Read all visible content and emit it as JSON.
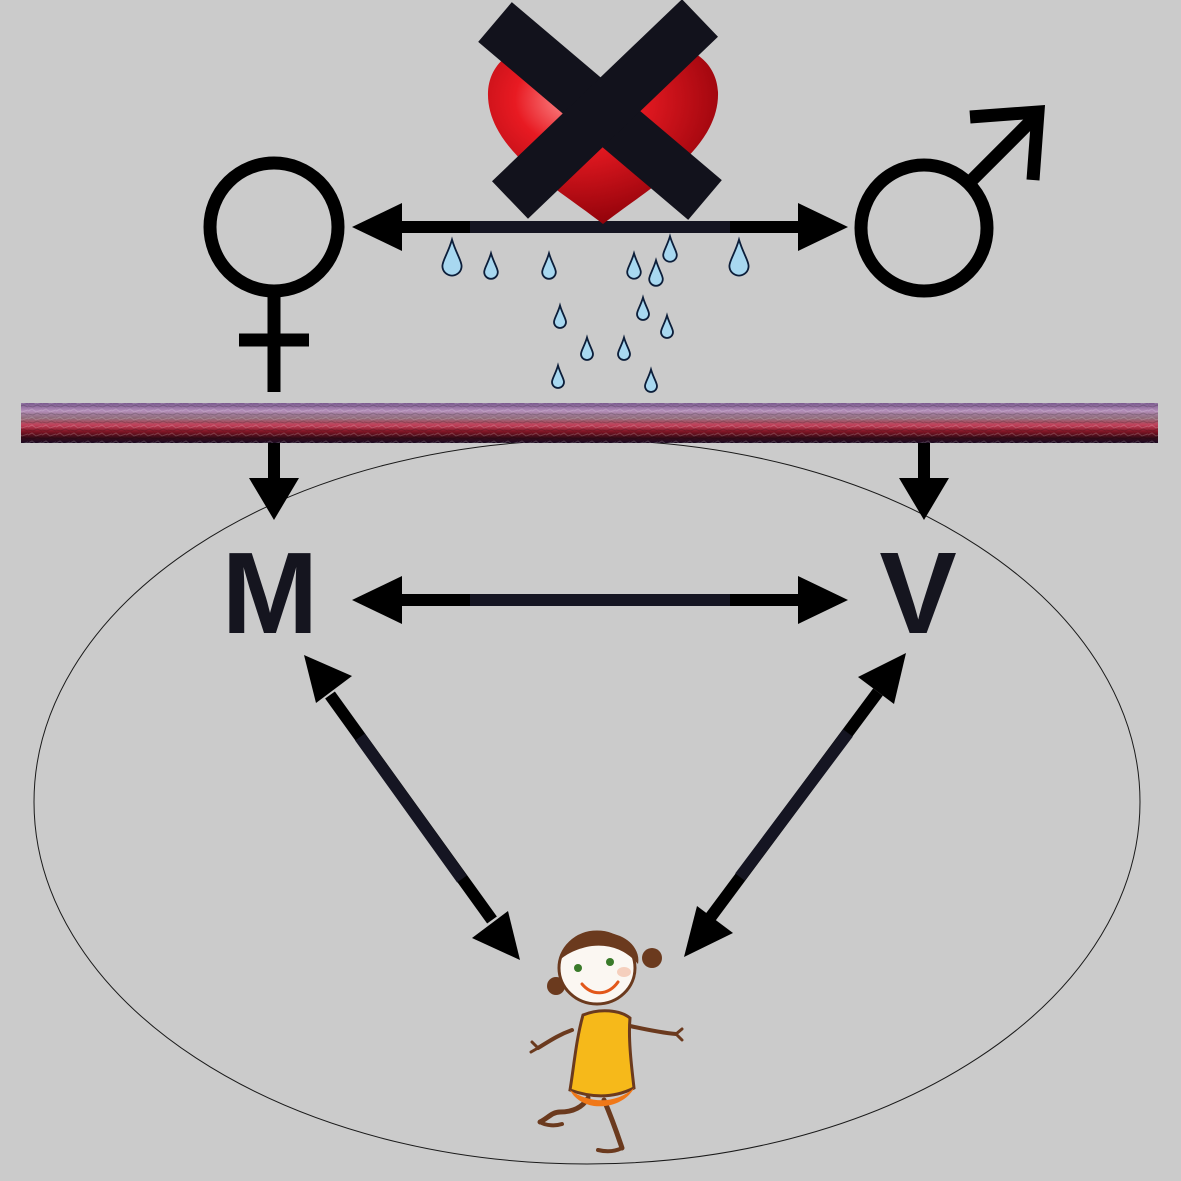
{
  "nodes": {
    "mother": {
      "label": "M"
    },
    "father": {
      "label": "V"
    }
  },
  "symbols": {
    "female": "female-symbol",
    "male": "male-symbol",
    "broken_love": "heart-with-x",
    "tears": "teardrops",
    "child": "child-figure"
  },
  "colors": {
    "background": "#cbcbcb",
    "ink": "#000000",
    "heart": "#d0101a",
    "cross": "#12121c",
    "tear": "#a8d8f0",
    "child_dress": "#f6b91a",
    "child_hair": "#6b3a1e"
  }
}
